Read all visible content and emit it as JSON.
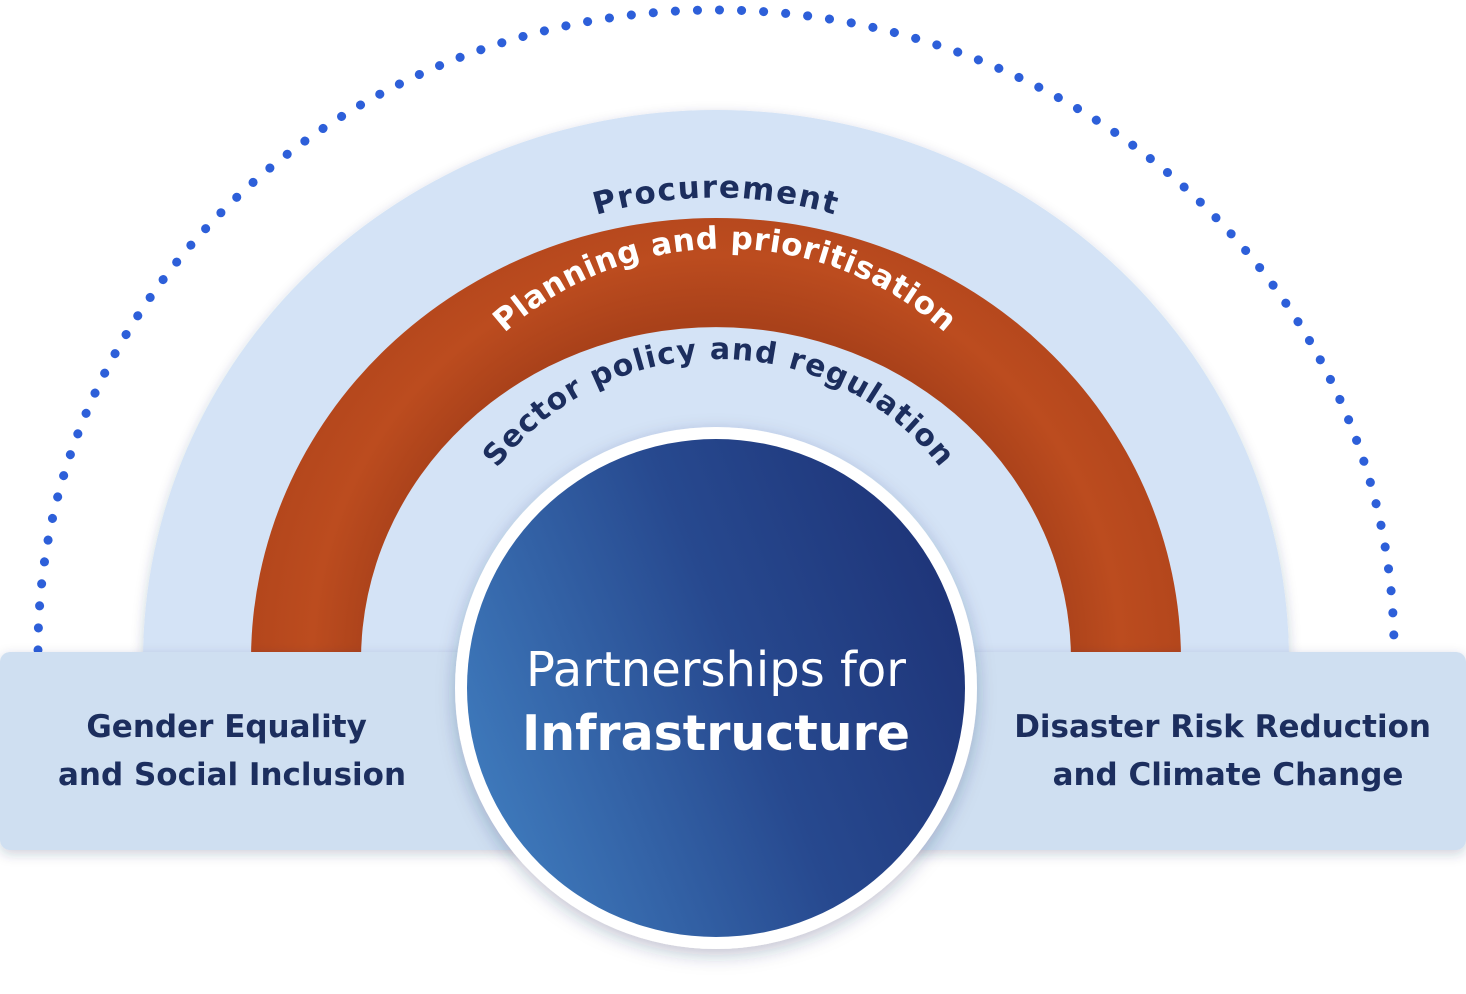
{
  "center": {
    "line1": "Partnerships for",
    "line2": "Infrastructure"
  },
  "arcs": {
    "outer": "Procurement",
    "middle": "Planning and prioritisation",
    "inner": "Sector policy and regulation"
  },
  "left_panel": {
    "line1": "Gender Equality",
    "line2": "and Social Inclusion"
  },
  "right_panel": {
    "line1": "Disaster Risk Reduction",
    "line2": "and Climate Change"
  },
  "colors": {
    "navy_text": "#1c2e5e",
    "light_blue_band": "#d4e3f6",
    "panel_blue": "#cfdff1",
    "orange_band": "#b94a1e",
    "dotted_arc": "#2d5fd9",
    "circle_light": "#3f7bbd",
    "circle_dark": "#1e3478",
    "white": "#ffffff"
  }
}
